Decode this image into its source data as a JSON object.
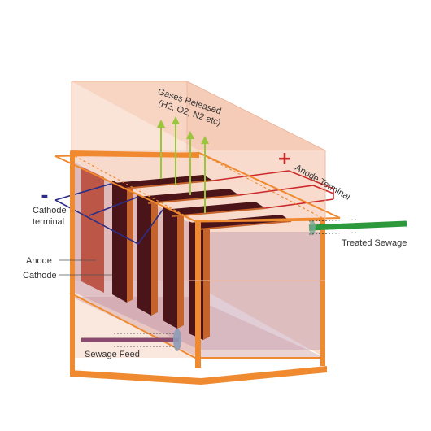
{
  "labels": {
    "gases_line1": "Gases Released",
    "gases_line2": "(H2, O2, N2 etc)",
    "anode_terminal": "Anode Terminal",
    "cathode_terminal_line1": "Cathode",
    "cathode_terminal_line2": "terminal",
    "anode": "Anode",
    "cathode": "Cathode",
    "treated_sewage": "Treated Sewage",
    "sewage_feed": "Sewage Feed",
    "plus_sign": "+",
    "minus_sign": "-"
  },
  "colors": {
    "tank_frame": "#f08a30",
    "tank_glass": "#f5c9b4",
    "electrode_dark": "#4a1418",
    "electrode_edge": "#c4642c",
    "anode_wire": "#cc2a2a",
    "cathode_wire": "#2b2d86",
    "gas_arrow": "#9bc53d",
    "treated_pipe": "#2c9a3c",
    "feed_pipe": "#8a4a6e",
    "sign_plus": "#cc2a2a",
    "sign_minus": "#2b2d86"
  }
}
